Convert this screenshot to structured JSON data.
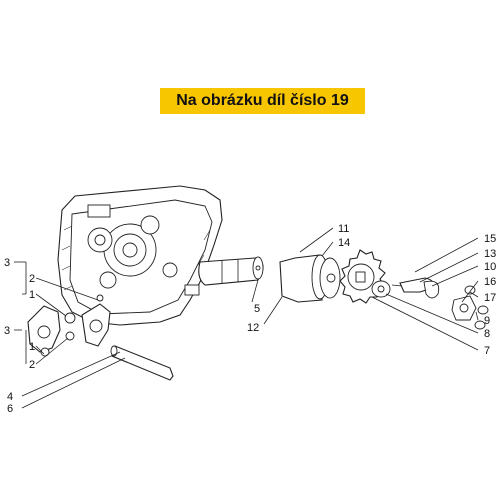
{
  "banner": {
    "text": "Na obrázku díl číslo 19",
    "color": "#f7c600"
  },
  "labels": {
    "l11": "11",
    "l14": "14",
    "l5": "5",
    "l12": "12",
    "l15": "15",
    "l13": "13",
    "l10": "10",
    "l16": "16",
    "l17": "17",
    "l9": "9",
    "l8": "8",
    "l7": "7",
    "l3a": "3",
    "l2a": "2",
    "l1a": "1",
    "l3b": "3",
    "l1b": "1",
    "l2b": "2",
    "l4": "4",
    "l6": "6"
  }
}
